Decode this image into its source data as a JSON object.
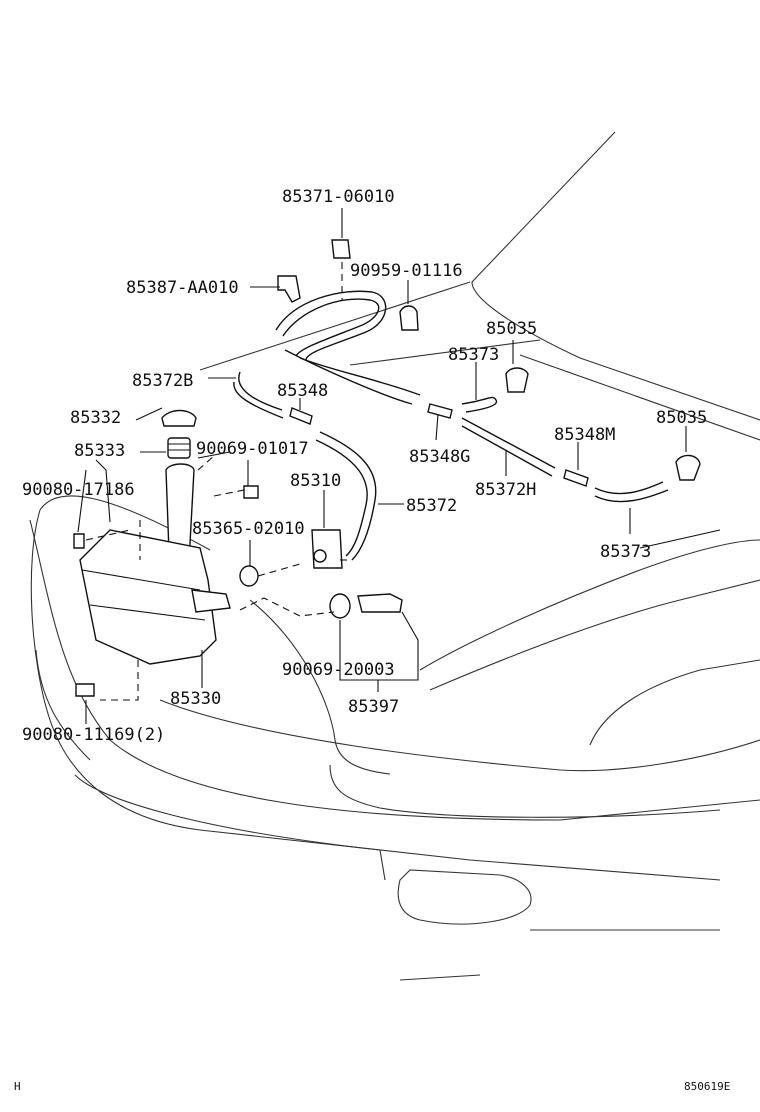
{
  "diagram": {
    "part_labels": [
      "85371-06010",
      "90959-01116",
      "85387-AA010",
      "85035",
      "85373",
      "85372B",
      "85348",
      "85332",
      "90069-01017",
      "85348G",
      "85348M",
      "85035",
      "85333",
      "90080-17186",
      "85310",
      "85372",
      "85372H",
      "85365-02010",
      "85373",
      "90069-20003",
      "85330",
      "85397",
      "90080-11169(2)"
    ],
    "footer": {
      "left_code": "H",
      "right_code": "850619E"
    }
  }
}
